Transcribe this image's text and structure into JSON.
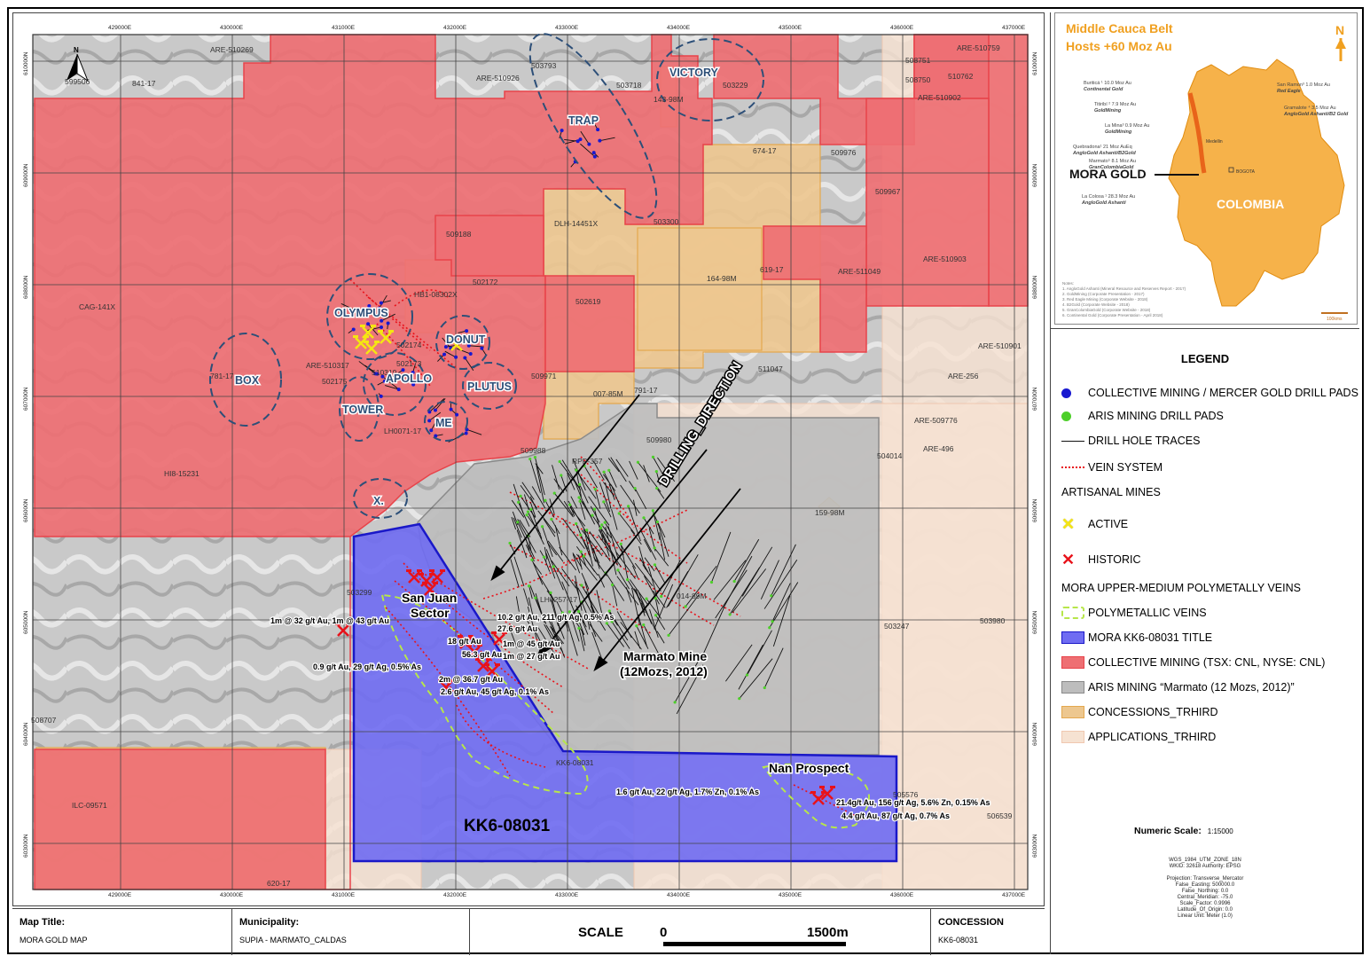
{
  "map": {
    "x_ticks": [
      "429000E",
      "430000E",
      "431000E",
      "432000E",
      "433000E",
      "434000E",
      "435000E",
      "436000E",
      "437000E"
    ],
    "y_ticks": [
      "610000N",
      "609000N",
      "608000N",
      "607000N",
      "606000N",
      "605000N",
      "604000N",
      "603000N"
    ],
    "north_label": "N",
    "drilling_direction": "DRILLING_DIRECTION",
    "target_labels": [
      "OLYMPUS",
      "DONUT",
      "APOLLO",
      "PLUTUS",
      "TOWER",
      "ME",
      "BOX",
      "X.",
      "TRAP",
      "VICTORY"
    ],
    "sector_label_1": "San Juan",
    "sector_label_2": "Sector",
    "marmato_line1": "Marmato Mine",
    "marmato_line2": "(12Mozs, 2012)",
    "nan_prospect": "Nan Prospect",
    "title_label": "KK6-08031",
    "tenement_labels": [
      "ARE-510269",
      "ARE-510759",
      "508751",
      "510762",
      "508750",
      "ARE-510902",
      "599506",
      "841-17",
      "ARE-510926",
      "503793",
      "503718",
      "503229",
      "143-98M",
      "674-17",
      "509976",
      "509967",
      "DLH-14451X",
      "503300",
      "509188",
      "502172",
      "HB1-08302X",
      "502619",
      "164-98M",
      "619-17",
      "ARE-511049",
      "ARE-510903",
      "CAG-141X",
      "ARE-510901",
      "502174",
      "510319",
      "502173",
      "ARE-510317",
      "502175",
      "781-17",
      "509971",
      "511047",
      "007-85M",
      "791-17",
      "ARE-256",
      "LH0071-17",
      "ARE-509776",
      "ARE-496",
      "509988",
      "509980",
      "RPP-357",
      "504014",
      "HI8-15231",
      "159-98M",
      "503299",
      "LH0257-17",
      "014-89M",
      "503247",
      "503980",
      "508707",
      "KK6-08031",
      "ILC-09571",
      "505576",
      "506539",
      "620-17"
    ],
    "assays": [
      "1m @ 32 g/t Au, 1m @ 43 g/t Au",
      "10.2 g/t Au, 211 g/t Ag, 0.5% As",
      "27.6 g/t Au",
      "18 g/t Au",
      "1m @ 45 g/t Au",
      "56.3 g/t Au",
      "1m @ 27 g/t Au",
      "0.9 g/t Au, 29 g/t Ag, 0.5% As",
      "2m @ 36.7 g/t Au",
      "2.6 g/t Au, 45 g/t Ag, 0.1% As",
      "1.6 g/t Au, 22 g/t Ag, 1.7% Zn, 0.1% As",
      "21.4g/t Au, 156 g/t Ag, 5.6% Zn, 0.15% As",
      "4.4 g/t Au, 87 g/t Ag, 0.7% As"
    ]
  },
  "inset": {
    "title_line1": "Middle Cauca Belt",
    "title_line2": "Hosts +60 Moz Au",
    "north": "N",
    "country": "COLOMBIA",
    "project": "MORA GOLD",
    "cities": [
      "Medellin",
      "BOGOTA"
    ],
    "deposits": [
      {
        "name": "Buriticá ¹ 10.0 Moz Au",
        "owner": "Continental Gold"
      },
      {
        "name": "Titiribí ² 7.9 Moz Au",
        "owner": "GoldMining"
      },
      {
        "name": "La Mina³ 0.9 Moz Au",
        "owner": "GoldMining"
      },
      {
        "name": "Quebradona¹ 21 Moz AuEq",
        "owner": "AngloGold Ashanti/B2Gold"
      },
      {
        "name": "Marmato⁵ 8.1 Moz Au",
        "owner": "GranColombiaGold"
      },
      {
        "name": "La Colosa ¹ 28.3 Moz Au",
        "owner": "AngloGold Ashanti"
      },
      {
        "name": "San Ramon³ 1.0 Moz Au",
        "owner": "Red Eagle"
      },
      {
        "name": "Gramalote ⁴ 3.5 Moz Au",
        "owner": "AngloGold Ashanti/B2 Gold"
      }
    ],
    "notes": [
      "Notes:",
      "1. AngloGold Ashanti (Mineral Resource and Reserves Report - 2017)",
      "2. GoldMining (Corporate Presentation - 2017)",
      "3. Red Eagle Mining (Corporate Website - 2018)",
      "4. B2Gold (Corporate Website - 2018)",
      "5. GranColombiaGold (Corporate Website - 2018)",
      "6. Continental Gold (Corporate Presentation - April 2018)"
    ],
    "scale": "100kms"
  },
  "legend": {
    "title": "LEGEND",
    "items": [
      {
        "label": "COLLECTIVE MINING / MERCER GOLD DRILL PADS",
        "symbol": "blue-dot"
      },
      {
        "label": "ARIS MINING DRILL PADS",
        "symbol": "green-dot"
      },
      {
        "label": "DRILL HOLE TRACES",
        "symbol": "black-line"
      },
      {
        "label": "VEIN SYSTEM",
        "symbol": "red-dotted-line"
      },
      {
        "label": "ARTISANAL MINES",
        "symbol": "none"
      },
      {
        "label": "ACTIVE",
        "symbol": "yellow-hammers"
      },
      {
        "label": "HISTORIC",
        "symbol": "red-hammers"
      },
      {
        "label": "MORA UPPER-MEDIUM POLYMETALLY VEINS",
        "symbol": "none"
      },
      {
        "label": "POLYMETALLIC VEINS",
        "symbol": "green-dashed-box"
      },
      {
        "label": "MORA KK6-08031 TITLE",
        "symbol": "blue-box"
      },
      {
        "label": "COLLECTIVE MINING (TSX: CNL, NYSE: CNL)",
        "symbol": "red-box"
      },
      {
        "label": "ARIS MINING “Marmato (12 Mozs, 2012)”",
        "symbol": "grey-box"
      },
      {
        "label": "CONCESSIONS_TRHIRD",
        "symbol": "tan-box"
      },
      {
        "label": "APPLICATIONS_TRHIRD",
        "symbol": "pale-box"
      }
    ],
    "numeric_scale_label": "Numeric Scale:",
    "numeric_scale_value": "1:15000",
    "projection_lines": [
      "WGS_1984_UTM_ZONE_18N",
      "WKID: 32618 Authority: EPSG",
      "",
      "Projection: Transverse_Mercator",
      "False_Easting: 500000.0",
      "False_Northing: 0.0",
      "Central_Meridian: -75.0",
      "Scale_Factor: 0.9996",
      "Latitude_Of_Origin: 0.0",
      "Linear Unit: Meter (1.0)"
    ]
  },
  "title_block": {
    "map_title_label": "Map Title:",
    "map_title_value": "MORA GOLD MAP",
    "municipality_label": "Municipality:",
    "municipality_value": "SUPIA - MARMATO_CALDAS",
    "scale_label": "SCALE",
    "scale_start": "0",
    "scale_end": "1500m",
    "concession_label": "CONCESSION",
    "concession_value": "KK6-08031"
  },
  "colors": {
    "collective_red": "#ee6f73",
    "title_blue": "#6f6cf2",
    "aris_grey": "#bdbdbd",
    "concession_tan": "#edc78f",
    "application_pale": "#f6e2d2",
    "inset_orange": "#f6b24a",
    "inset_title": "#f0a020"
  }
}
